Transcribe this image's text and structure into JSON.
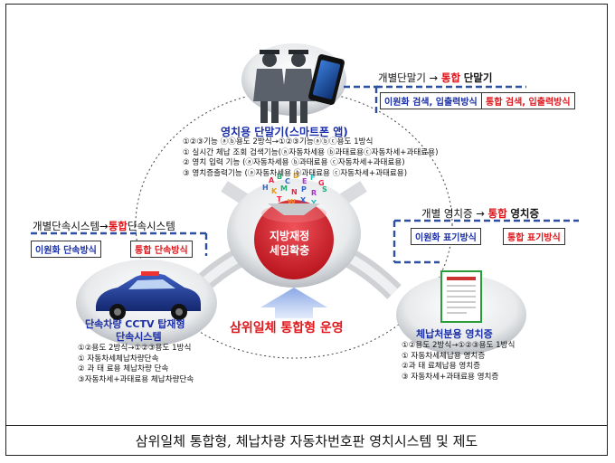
{
  "caption": "삼위일체 통합형, 체납차량 자동차번호판 영치시스템 및 제도",
  "center": {
    "label_line1": "지방재정",
    "label_line2": "세입확충",
    "bottom_label": "삼위일체 통합형 운영"
  },
  "top_node": {
    "title": "영치용 단말기(스마트폰 앱)",
    "lines": [
      "①②③기능 ⓐⓑ용도 2방식→①②③기능ⓐⓑⓒ용도 1방식",
      "① 실시간 체납 조회 검색기능(ⓐ자동차세용 ⓑ과태료용ⓒ자동차세+과태료용)",
      "② 영치 입력 기능 (ⓐ자동차세용 ⓑ과태료용 ⓒ자동차세+과태료용)",
      "③ 영치증출력기능 (ⓐ자동차세용 ⓑ과태료용 ⓒ자동차세+과태료용)"
    ]
  },
  "top_right": {
    "heading_prefix": "개별단말기 →",
    "heading_red": "통합",
    "heading_suffix": "단말기",
    "box_left": "이원화 검색, 입출력방식",
    "box_right": "통합 검색, 입출력방식"
  },
  "left_mid": {
    "heading_prefix": "개별단속시스템→",
    "heading_red": "통합",
    "heading_suffix": "단속시스템",
    "box_left": "이원화 단속방식",
    "box_right": "통합 단속방식"
  },
  "right_mid": {
    "heading_prefix": "개별 영치증 →",
    "heading_red": "통합",
    "heading_suffix": "영치증",
    "box_left": "이원화 표기방식",
    "box_right": "통합 표기방식"
  },
  "left_node": {
    "title_line1": "단속차량 CCTV 탑재형",
    "title_line2": "단속시스템",
    "lines": [
      "①②용도 2방식→①②③용도 1방식",
      "① 자동차세체납차량단속",
      "② 과 태 료용 체납차량 단속",
      "③자동차세+과태료용 체납차량단속"
    ]
  },
  "right_node": {
    "title": "체납처분용 영치증",
    "lines": [
      "①②용도 2방식→①②③용도 1방식",
      "① 자동차세체납용 영치증",
      "②과 태 료체납용 영치증",
      "③ 자동차세+과태료용 영치증"
    ]
  },
  "colors": {
    "blue": "#1a2fa8",
    "red": "#e0161b",
    "dash": "#2d4fa0",
    "center_red": "#d91f2a"
  }
}
